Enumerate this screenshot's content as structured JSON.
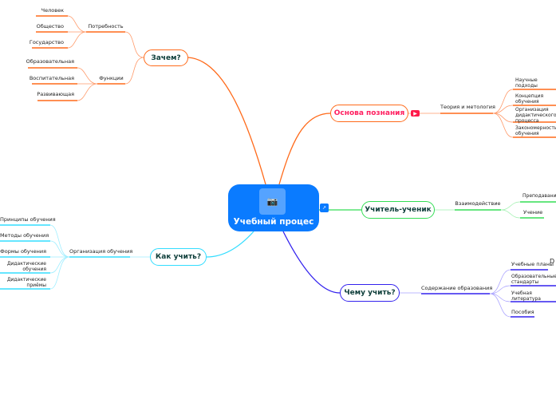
{
  "central": {
    "title": "Учебный процес",
    "image_icon": "camera-icon"
  },
  "colors": {
    "why": "#ff6a1a",
    "basis": "#ff6a1a",
    "teacher": "#33dd55",
    "what": "#3322ee",
    "how": "#33ddff",
    "central": "#0a7bff"
  },
  "why": {
    "title": "Зачем?",
    "groups": [
      {
        "label": "Потребность",
        "items": [
          "Человек",
          "Общество",
          "Государство"
        ]
      },
      {
        "label": "Функции",
        "items": [
          "Образовательная",
          "Воспитательная",
          "Развивающая"
        ]
      }
    ]
  },
  "basis": {
    "title": "Основа познания",
    "icon": "youtube-icon",
    "group": {
      "label": "Теория и метология",
      "items": [
        "Научные подходы",
        "Концепция обучения",
        "Организация дидактического процесса",
        "Закономерности обучения"
      ]
    }
  },
  "teacher": {
    "title": "Учитель-ученик",
    "icon": "external-link-icon",
    "group": {
      "label": "Взаимодействие",
      "items": [
        "Преподавание",
        "Учение"
      ]
    }
  },
  "what": {
    "title": "Чему учить?",
    "group": {
      "label": "Содержание образования",
      "items": [
        "Учебные планы",
        "Образовательные стандарты",
        "Учебная литература",
        "Пособия"
      ]
    },
    "extra": "D"
  },
  "how": {
    "title": "Как учить?",
    "group": {
      "label": "Организация обучения",
      "items": [
        "Принципы обучения",
        "Методы обучения",
        "Формы обучения",
        "Дидактические обучения",
        "Дидактические приёмы"
      ]
    }
  }
}
